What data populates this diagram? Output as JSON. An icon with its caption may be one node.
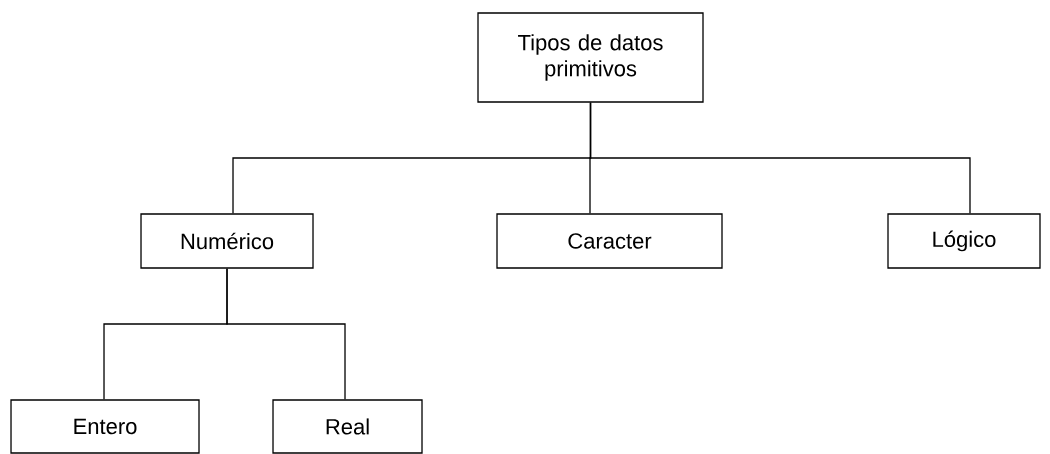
{
  "diagram": {
    "nodes": [
      {
        "text": [
          "Tipos de datos primitivos"
        ]
      },
      {
        "text": [
          "Numérico"
        ]
      },
      {
        "text": [
          "Caracter"
        ]
      },
      {
        "text": [
          "Lógico"
        ]
      },
      {
        "text": [
          "Entero"
        ]
      },
      {
        "text": [
          "Real"
        ]
      }
    ],
    "edges": [
      {
        "from": 0,
        "to": 1,
        "arrow": "none"
      },
      {
        "from": 0,
        "to": 2,
        "arrow": "none"
      },
      {
        "from": 0,
        "to": 3,
        "arrow": "none"
      },
      {
        "from": 1,
        "to": 4,
        "arrow": "none"
      },
      {
        "from": 1,
        "to": 5,
        "arrow": "none"
      }
    ]
  }
}
